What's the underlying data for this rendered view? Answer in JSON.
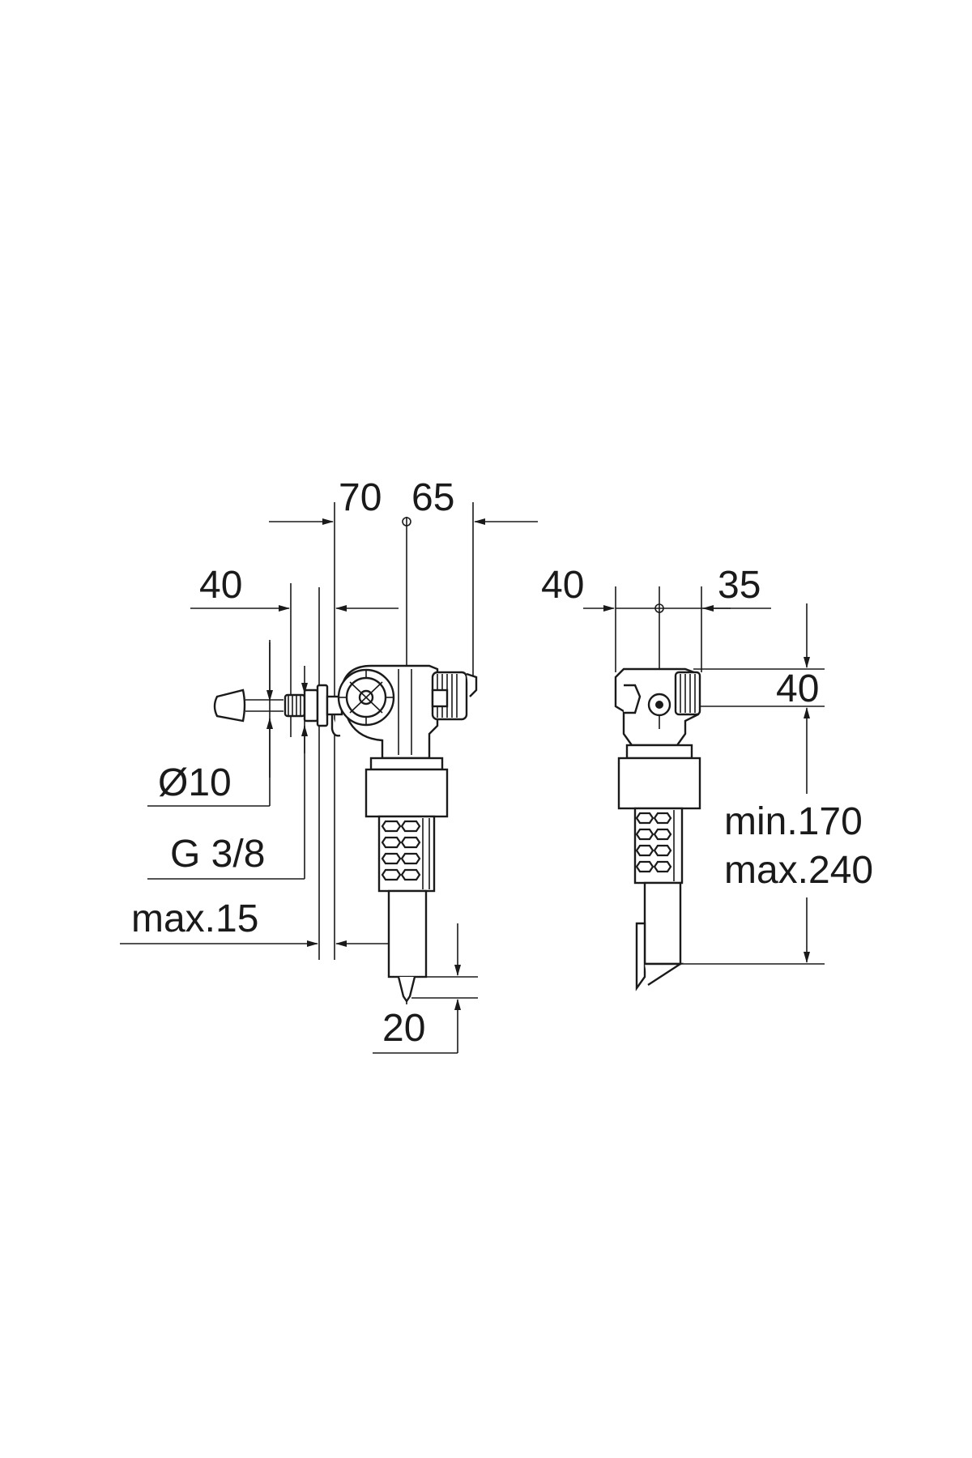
{
  "front_view": {
    "dim_70": "70",
    "dim_65": "65",
    "dim_40_top": "40",
    "dim_diameter": "Ø10",
    "dim_thread": "G 3/8",
    "dim_max15": "max.15",
    "dim_20": "20"
  },
  "side_view": {
    "dim_40_top": "40",
    "dim_35": "35",
    "dim_40_right": "40",
    "dim_min": "min.170",
    "dim_max": "max.240"
  },
  "colors": {
    "line": "#1a1a1a",
    "background": "#ffffff"
  }
}
